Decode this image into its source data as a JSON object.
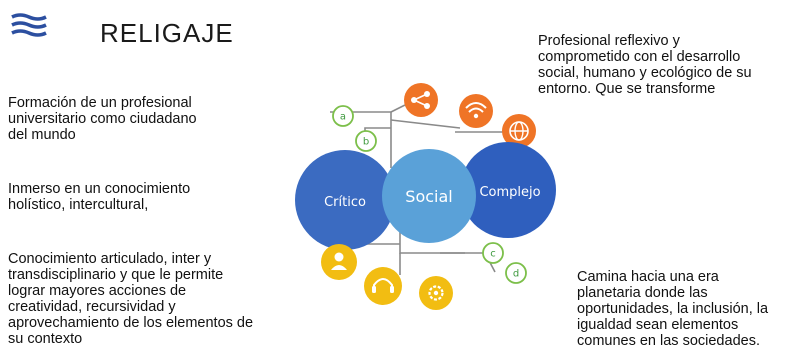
{
  "header": {
    "title": "RELIGAJE"
  },
  "texts": {
    "t1": "Formación de un profesional\nuniversitario como ciudadano\ndel mundo",
    "t2": "Inmerso en un conocimiento\nholístico, intercultural,",
    "t3": "Conocimiento articulado, inter y\ntransdisciplinario y que le permite\nlograr mayores acciones de\ncreatividad, recursividad y\naprovechamiento de los elementos de\nsu contexto",
    "t4": "Profesional reflexivo y\ncomprometido con el desarrollo\nsocial, humano y ecológico de su\nentorno. Que se transforme",
    "t5": "Camina hacia una era\nplanetaria donde las\noportunidades, la inclusión, la\nigualdad sean elementos\ncomunes en las sociedades."
  },
  "diagram": {
    "circles": {
      "left": "Crítico",
      "center": "Social",
      "right": "Complejo"
    },
    "letters": {
      "a": "a",
      "b": "b",
      "c": "c",
      "d": "d"
    },
    "icons": [
      "share-icon",
      "wifi-icon",
      "globe-icon",
      "user-icon",
      "headphones-icon",
      "gear-icon"
    ],
    "colors": {
      "left_circle": "#3b6bc1",
      "center_circle": "#5aa1d8",
      "right_circle": "#2f5fbe",
      "orange": "#ef7426",
      "yellow": "#f2bd12",
      "green_outline": "#7cbf4a",
      "connector": "#8a8a8a"
    }
  }
}
